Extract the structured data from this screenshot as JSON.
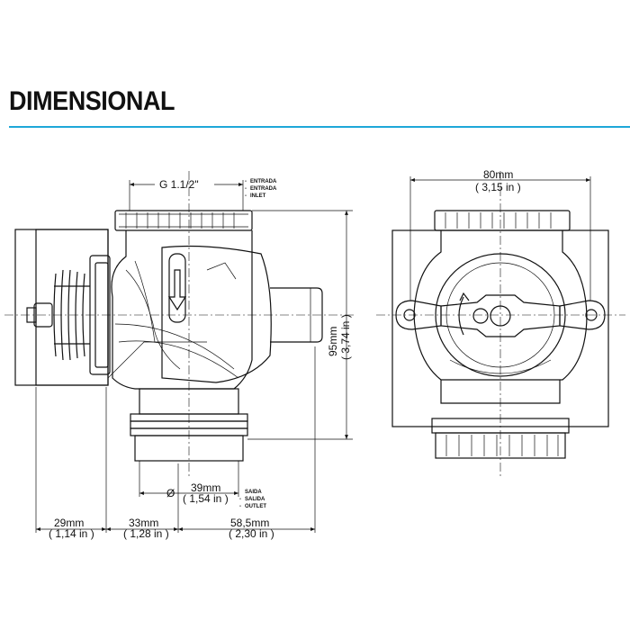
{
  "title": "DIMENSIONAL",
  "colors": {
    "accent_rule": "#1ea7d8",
    "ink": "#111111"
  },
  "labels": {
    "inlet_thread": "G 1.1/2\"",
    "inlet_names": [
      "ENTRADA",
      "ENTRADA",
      "INLET"
    ],
    "outlet_names": [
      "SAIDA",
      "SALIDA",
      "OUTLET"
    ],
    "outlet_diameter_symbol": "Ø",
    "outlet_diameter_mm": "39mm",
    "outlet_diameter_in": "( 1,54 in )",
    "height_mm": "95mm",
    "height_in": "( 3,74 in )",
    "width_mm": "80mm",
    "width_in": "( 3,15 in )",
    "dim_a_mm": "29mm",
    "dim_a_in": "( 1,14 in )",
    "dim_b_mm": "33mm",
    "dim_b_in": "( 1,28 in )",
    "dim_c_mm": "58,5mm",
    "dim_c_in": "( 2,30 in )"
  }
}
